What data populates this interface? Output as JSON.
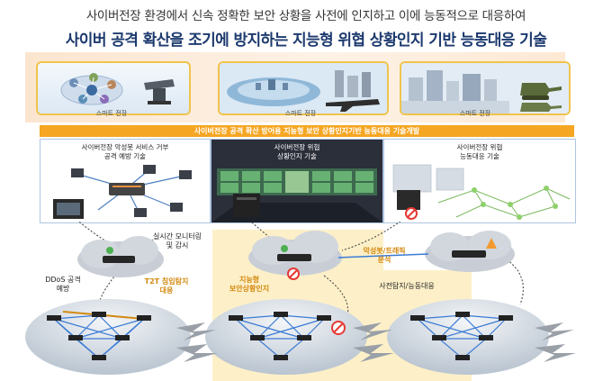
{
  "header": {
    "subtitle": "사이버전장 환경에서 신속 정확한 보안 상황을 사전에 인지하고 이에 능동적으로 대응하여",
    "title": "사이버 공격 확산을 조기에 방지하는 지능형 위협 상황인지 기반 능동대응 기술"
  },
  "scenes": [
    {
      "label": "스마트 전장"
    },
    {
      "label": "스마트 전장"
    },
    {
      "label": "스마트 전장"
    }
  ],
  "banner": "사이버전장 공격 확산 방어용 지능형 보안 상황인지기반 능동대응 기술개발",
  "panels": [
    {
      "title_line1": "사이버전장 악성봇 서비스 거부",
      "title_line2": "공격 예방 기술"
    },
    {
      "title_line1": "사이버전장 위협",
      "title_line2": "상황인지 기술"
    },
    {
      "title_line1": "사이버전장 위협",
      "title_line2": "능동대응 기술"
    }
  ],
  "network_labels": {
    "realtime_line1": "실시간 모니터링",
    "realtime_line2": "및 감시",
    "ddos_line1": "DDoS 공격",
    "ddos_line2": "예방",
    "t2t_line1": "T2T 침입탐지",
    "t2t_line2": "대응",
    "intelligent_line1": "지능형",
    "intelligent_line2": "보안상황인지",
    "malbot_line1": "악성봇/트래픽",
    "malbot_line2": "분석",
    "proactive": "사전탐지/능동대응"
  },
  "colors": {
    "title": "#1d3a6e",
    "banner": "#f5a623",
    "scene_border": "#f0c44c",
    "highlight_zone": "#fdf0c8",
    "label_orange": "#d38a10",
    "mesh_line": "#3a7bd5",
    "block_icon": "#e53935"
  }
}
